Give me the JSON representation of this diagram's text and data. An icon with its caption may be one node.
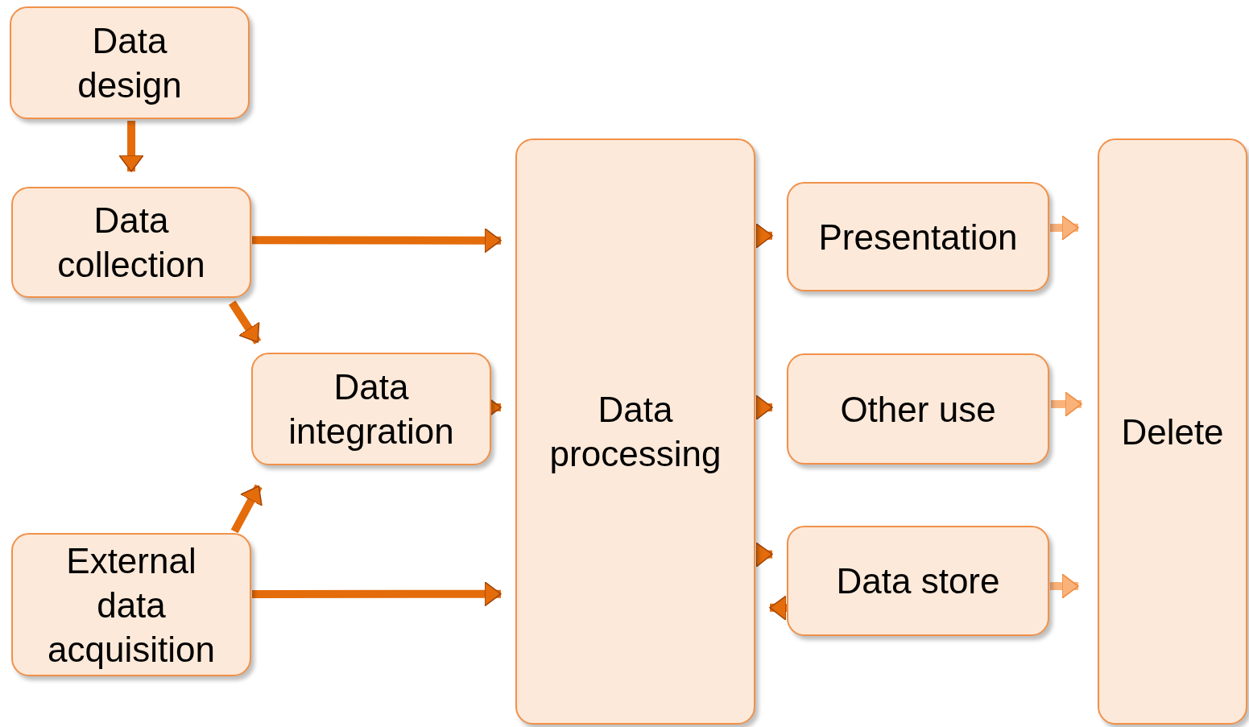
{
  "diagram": {
    "nodes": [
      {
        "text": [
          "Data design"
        ]
      },
      {
        "text": [
          "Data collection"
        ]
      },
      {
        "text": [
          "Data integration"
        ]
      },
      {
        "text": [
          "External data acquisition"
        ]
      },
      {
        "text": [
          "Data processing"
        ]
      },
      {
        "text": [
          "Presentation"
        ]
      },
      {
        "text": [
          "Other use"
        ]
      },
      {
        "text": [
          "Data store"
        ]
      },
      {
        "text": [
          "Delete"
        ]
      }
    ],
    "edges": [
      {
        "from": 0,
        "to": 1,
        "arrow": "to"
      },
      {
        "from": 1,
        "to": 4,
        "arrow": "to"
      },
      {
        "from": 1,
        "to": 2,
        "arrow": "to"
      },
      {
        "from": 3,
        "to": 2,
        "arrow": "to"
      },
      {
        "from": 2,
        "to": 4,
        "arrow": "to"
      },
      {
        "from": 3,
        "to": 4,
        "arrow": "to"
      },
      {
        "from": 4,
        "to": 5,
        "arrow": "to"
      },
      {
        "from": 4,
        "to": 6,
        "arrow": "to"
      },
      {
        "from": 4,
        "to": 7,
        "arrow": "to"
      },
      {
        "from": 7,
        "to": 4,
        "arrow": "to"
      },
      {
        "from": 5,
        "to": 8,
        "arrow": "to",
        "color": "#f9b27a"
      },
      {
        "from": 6,
        "to": 8,
        "arrow": "to",
        "color": "#f9b27a"
      },
      {
        "from": 7,
        "to": 8,
        "arrow": "to",
        "color": "#f9b27a"
      }
    ]
  }
}
